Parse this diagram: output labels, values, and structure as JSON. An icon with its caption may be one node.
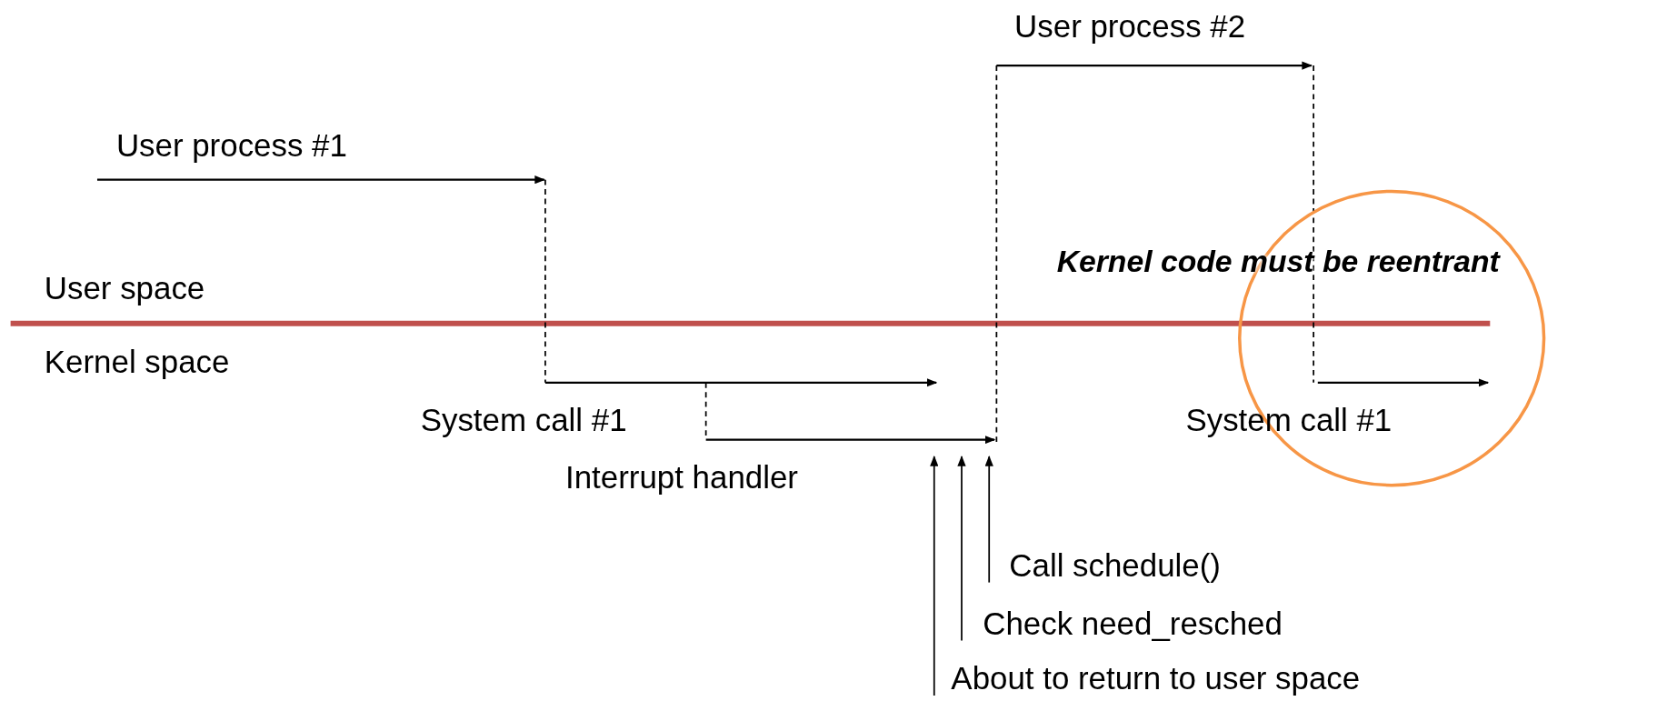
{
  "diagram": {
    "nodes": [
      {
        "text": [
          "Call schedule()"
        ]
      },
      {
        "text": [
          "Check need_resched"
        ]
      },
      {
        "text": [
          "About to return to user space"
        ]
      }
    ],
    "edges": [
      {
        "from": 0,
        "to": null,
        "arrow": "to"
      },
      {
        "from": 1,
        "to": null,
        "arrow": "to"
      },
      {
        "from": 2,
        "to": null,
        "arrow": "to"
      }
    ],
    "labels": [
      "User process #2",
      "User process #1",
      "Kernel code must be reentrant",
      "User space",
      "Kernel space",
      "System call #1",
      "System call #1",
      "Interrupt handler"
    ]
  }
}
